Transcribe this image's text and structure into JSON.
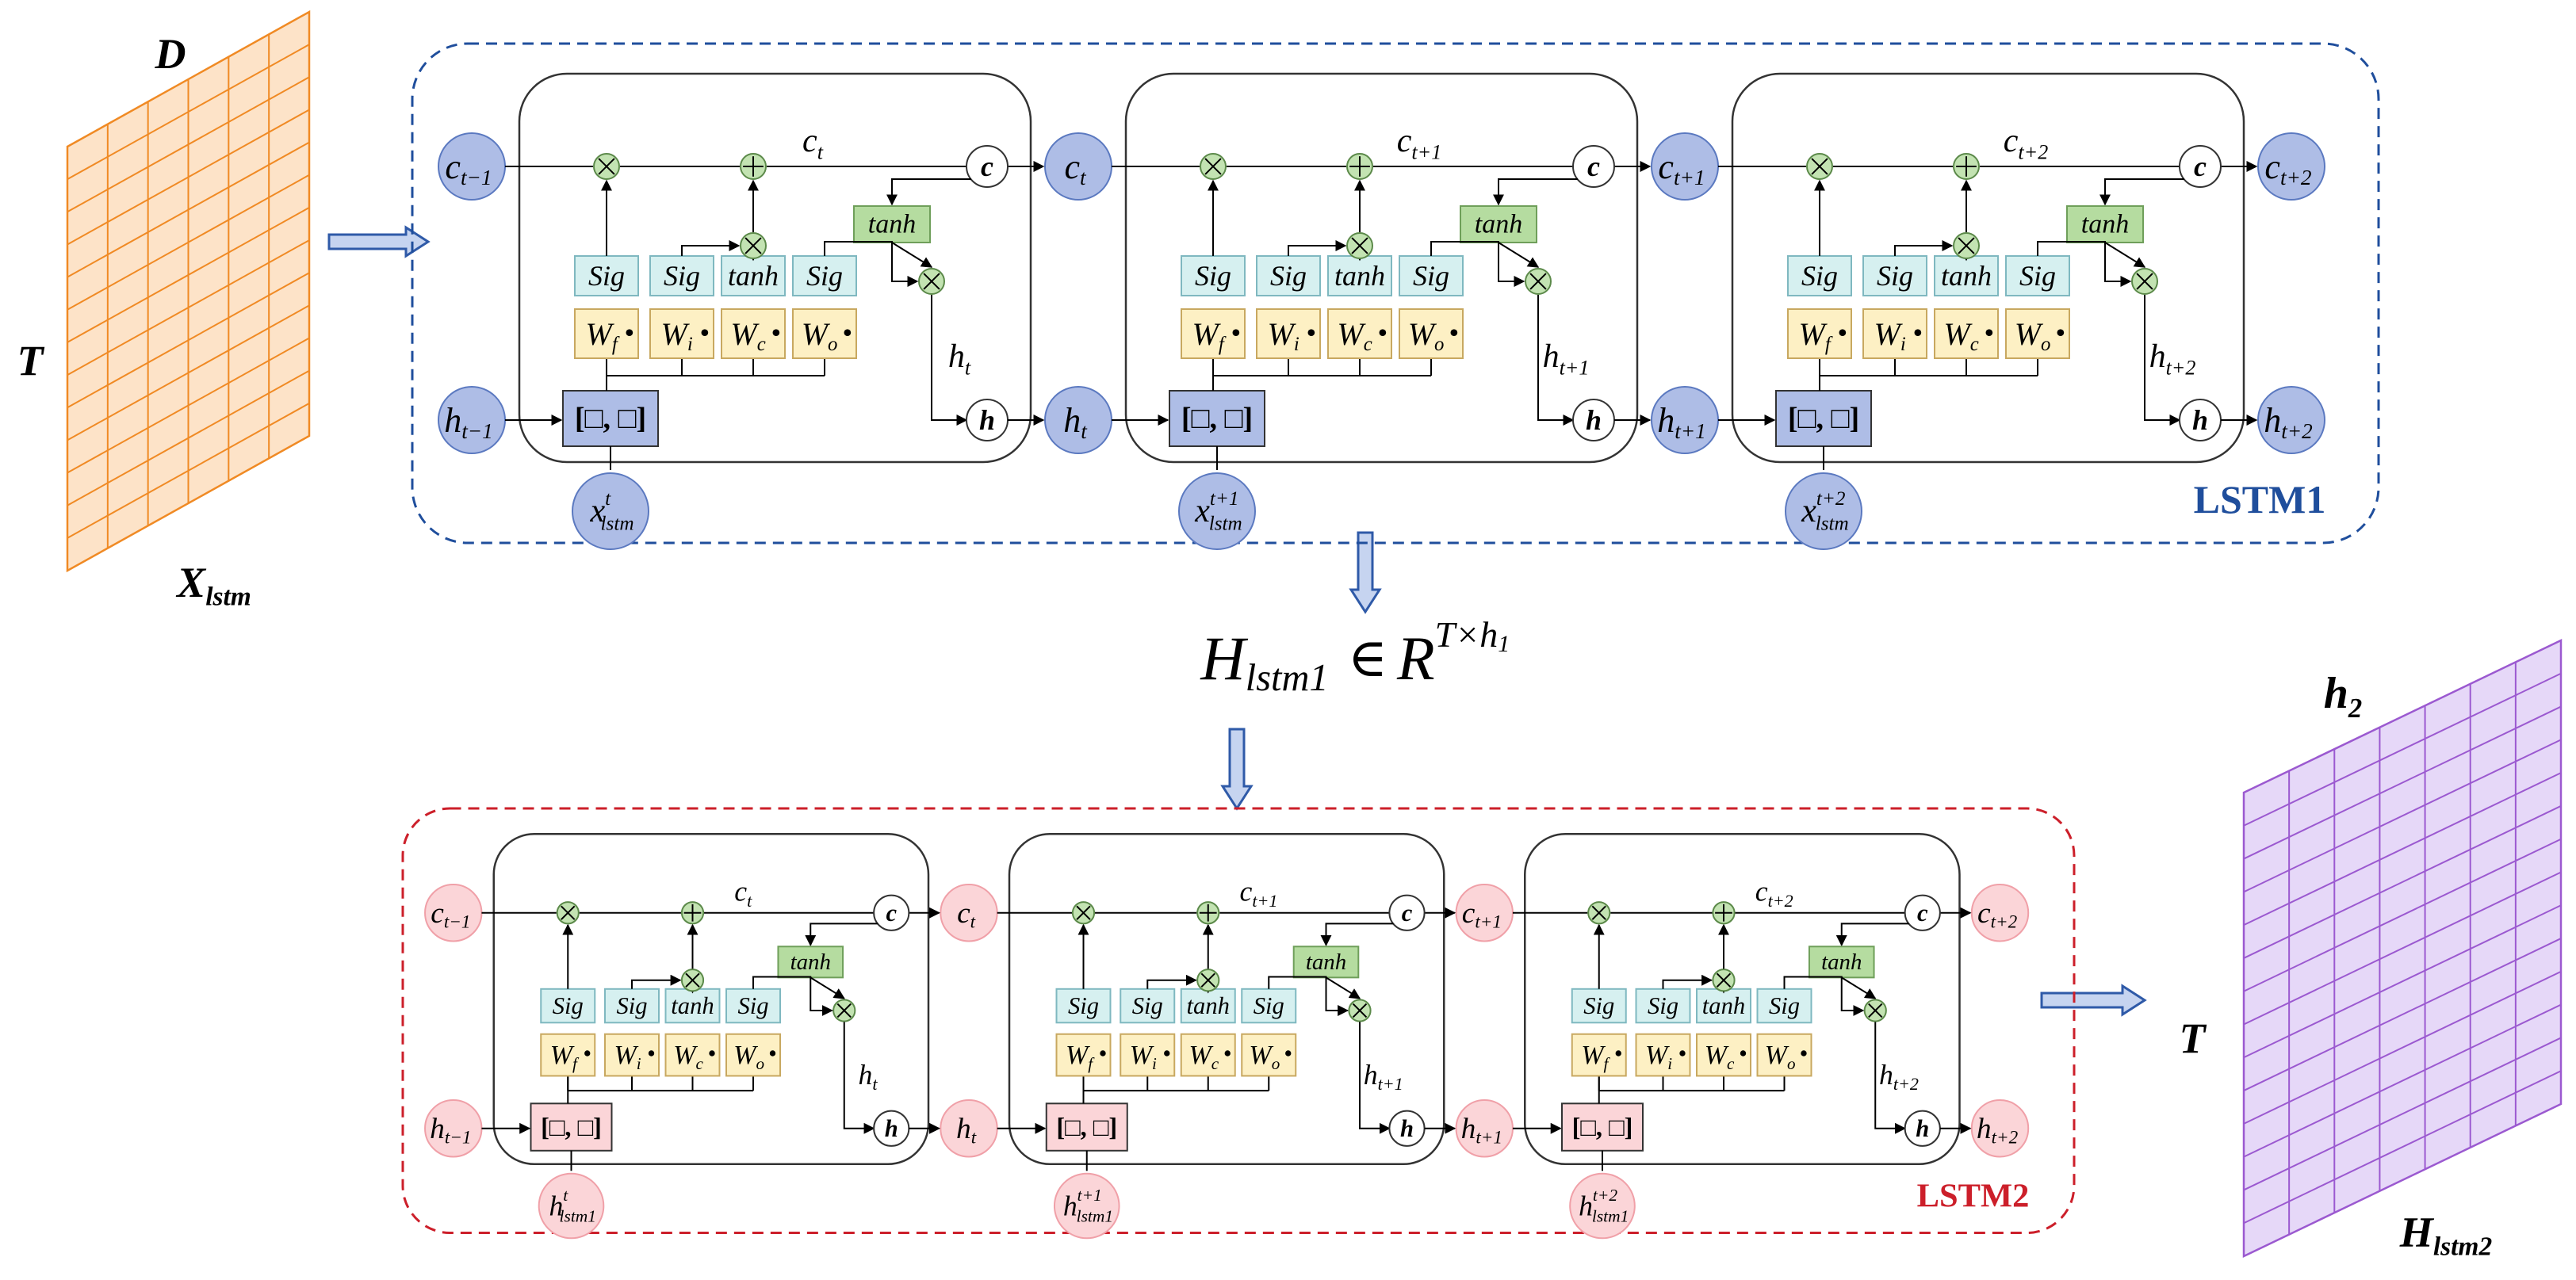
{
  "input_matrix": {
    "width_label": "D",
    "height_label": "T",
    "name_label": "X",
    "name_sub": "lstm",
    "fill": "#fde3c8",
    "stroke": "#f08a24"
  },
  "output_matrix": {
    "width_label": "h",
    "width_sub": "2",
    "height_label": "T",
    "name_label": "H",
    "name_sub": "lstm2",
    "fill": "#e6d8f8",
    "stroke": "#9b59d0"
  },
  "lstm1": {
    "title": "LSTM1",
    "border_color": "#1f4e9c",
    "node_fill": "#aebde6",
    "node_stroke": "#5b79c0",
    "concat_fill": "#aebde6",
    "input_symbol": "x",
    "input_sub": "lstm"
  },
  "lstm2": {
    "title": "LSTM2",
    "border_color": "#cc1f2a",
    "node_fill": "#fbd5d8",
    "node_stroke": "#f0a0a8",
    "concat_fill": "#fbd5d8",
    "input_symbol": "h",
    "input_sub": "lstm1"
  },
  "intermediate": {
    "H": "H",
    "H_sub": "lstm1",
    "in": "∈",
    "R": "R",
    "R_sup": "T×h",
    "R_sup_sub": "1"
  },
  "cell": {
    "gates": [
      {
        "act": "Sig",
        "w": "W",
        "w_sub": "f"
      },
      {
        "act": "Sig",
        "w": "W",
        "w_sub": "i"
      },
      {
        "act": "tanh",
        "w": "W",
        "w_sub": "c"
      },
      {
        "act": "Sig",
        "w": "W",
        "w_sub": "o"
      }
    ],
    "tanh_label": "tanh",
    "concat_label": "[□, □]",
    "c_node": "c",
    "h_node": "h",
    "times": "⊗",
    "plus": "⊕",
    "dot": "•",
    "steps": [
      {
        "prev_sub": "t−1",
        "cur_sub": "t",
        "x_sup": "t"
      },
      {
        "prev_sub": "t",
        "cur_sub": "t+1",
        "x_sup": "t+1"
      },
      {
        "prev_sub": "t+1",
        "cur_sub": "t+2",
        "x_sup": "t+2"
      }
    ]
  },
  "colors": {
    "sig_fill": "#d6f0f0",
    "sig_stroke": "#7fb8c0",
    "w_fill": "#fdf0c4",
    "w_stroke": "#c8a860",
    "tanh_fill": "#b5dca0",
    "tanh_stroke": "#6f9f5a",
    "op_fill": "#c3e3b2",
    "op_stroke": "#5c8a4a",
    "arrow_fill": "#c6d4f0",
    "arrow_stroke": "#2f5aa8"
  }
}
